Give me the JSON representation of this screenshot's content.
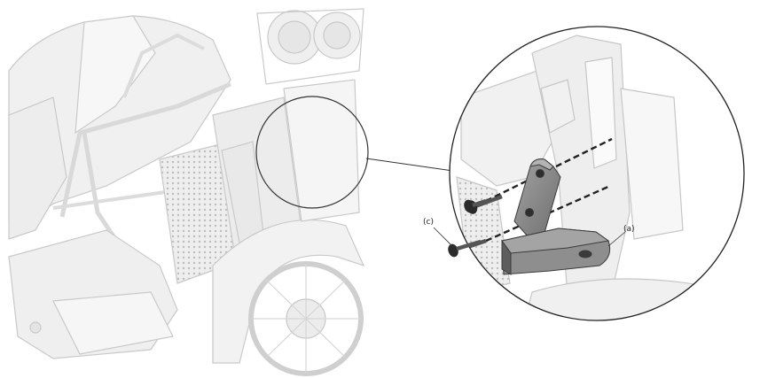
{
  "callouts": {
    "a": "(a)",
    "c": "(c)"
  },
  "colors": {
    "bike_line": "#c9c9c9",
    "bike_fill": "#f2f2f2",
    "bracket_fill": "#8a8a8a",
    "bracket_dark": "#5a5a5a",
    "outline": "#3a3a3a"
  },
  "icons": {
    "overview": "motorcycle-front-overview",
    "detail": "bracket-mounting-detail"
  }
}
